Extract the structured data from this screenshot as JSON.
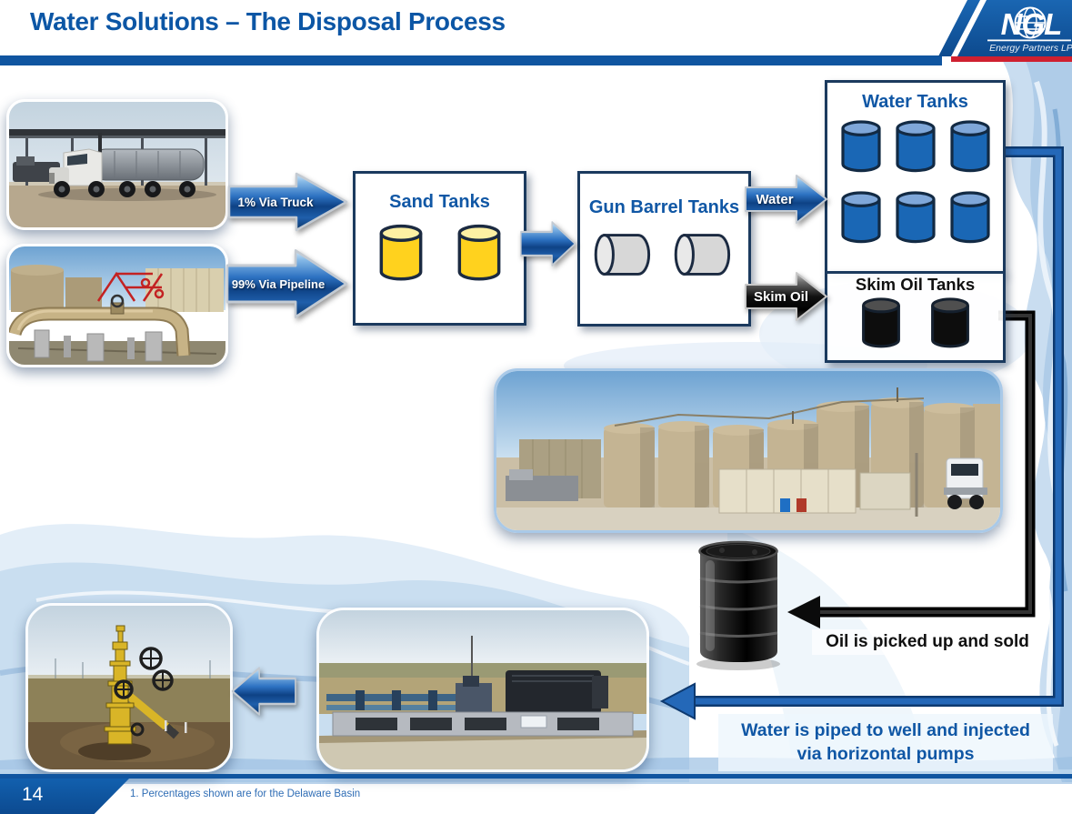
{
  "slide": {
    "title": "Water Solutions – The Disposal Process",
    "page_number": "14",
    "footnote": "1. Percentages shown are for the Delaware Basin"
  },
  "logo": {
    "name": "NGL",
    "tagline": "Energy Partners LP"
  },
  "flow": {
    "truck_arrow": "1% Via Truck",
    "pipeline_arrow": "99% Via Pipeline",
    "sand_tanks": "Sand Tanks",
    "gun_barrel_tanks": "Gun Barrel Tanks",
    "water_arrow": "Water",
    "skim_oil_arrow": "Skim Oil",
    "water_tanks": "Water Tanks",
    "skim_oil_tanks": "Skim Oil Tanks",
    "oil_caption": "Oil is picked up and sold",
    "injection_caption_line1": "Water is piped to well and injected",
    "injection_caption_line2": "via horizontal pumps"
  },
  "colors": {
    "title_blue": "#0c56a5",
    "accent_blue": "#1055a0",
    "tank_yellow": "#ffd21e",
    "tank_blue": "#1a67b5",
    "tank_gray": "#d7d7d7",
    "tank_black": "#0d0d0d",
    "logo_red": "#cf2030"
  }
}
